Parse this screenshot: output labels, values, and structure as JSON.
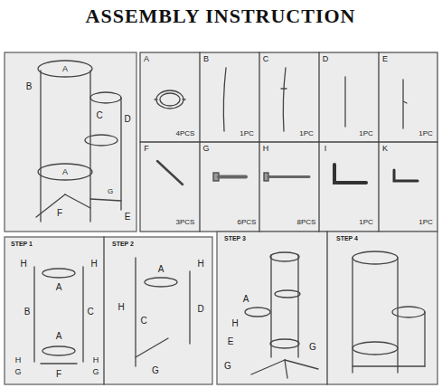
{
  "diagram": {
    "title": "ASSEMBLY   INSTRUCTION",
    "labels": [
      "A",
      "B",
      "C",
      "D",
      "A",
      "F",
      "G",
      "E",
      "A",
      "4PCS",
      "B",
      "1PC",
      "C",
      "1PC",
      "D",
      "1PC",
      "E",
      "1PC",
      "F",
      "3PCS",
      "G",
      "6PCS",
      "H",
      "8PCS",
      "I",
      "1PC",
      "K",
      "1PC",
      "STEP 1",
      "STEP 2",
      "STEP 3",
      "STEP 4",
      "H",
      "H",
      "A",
      "B",
      "C",
      "A",
      "H",
      "G",
      "H",
      "G",
      "F",
      "A",
      "H",
      "H",
      "C",
      "D",
      "G",
      "A",
      "H",
      "E",
      "G",
      "G"
    ]
  }
}
